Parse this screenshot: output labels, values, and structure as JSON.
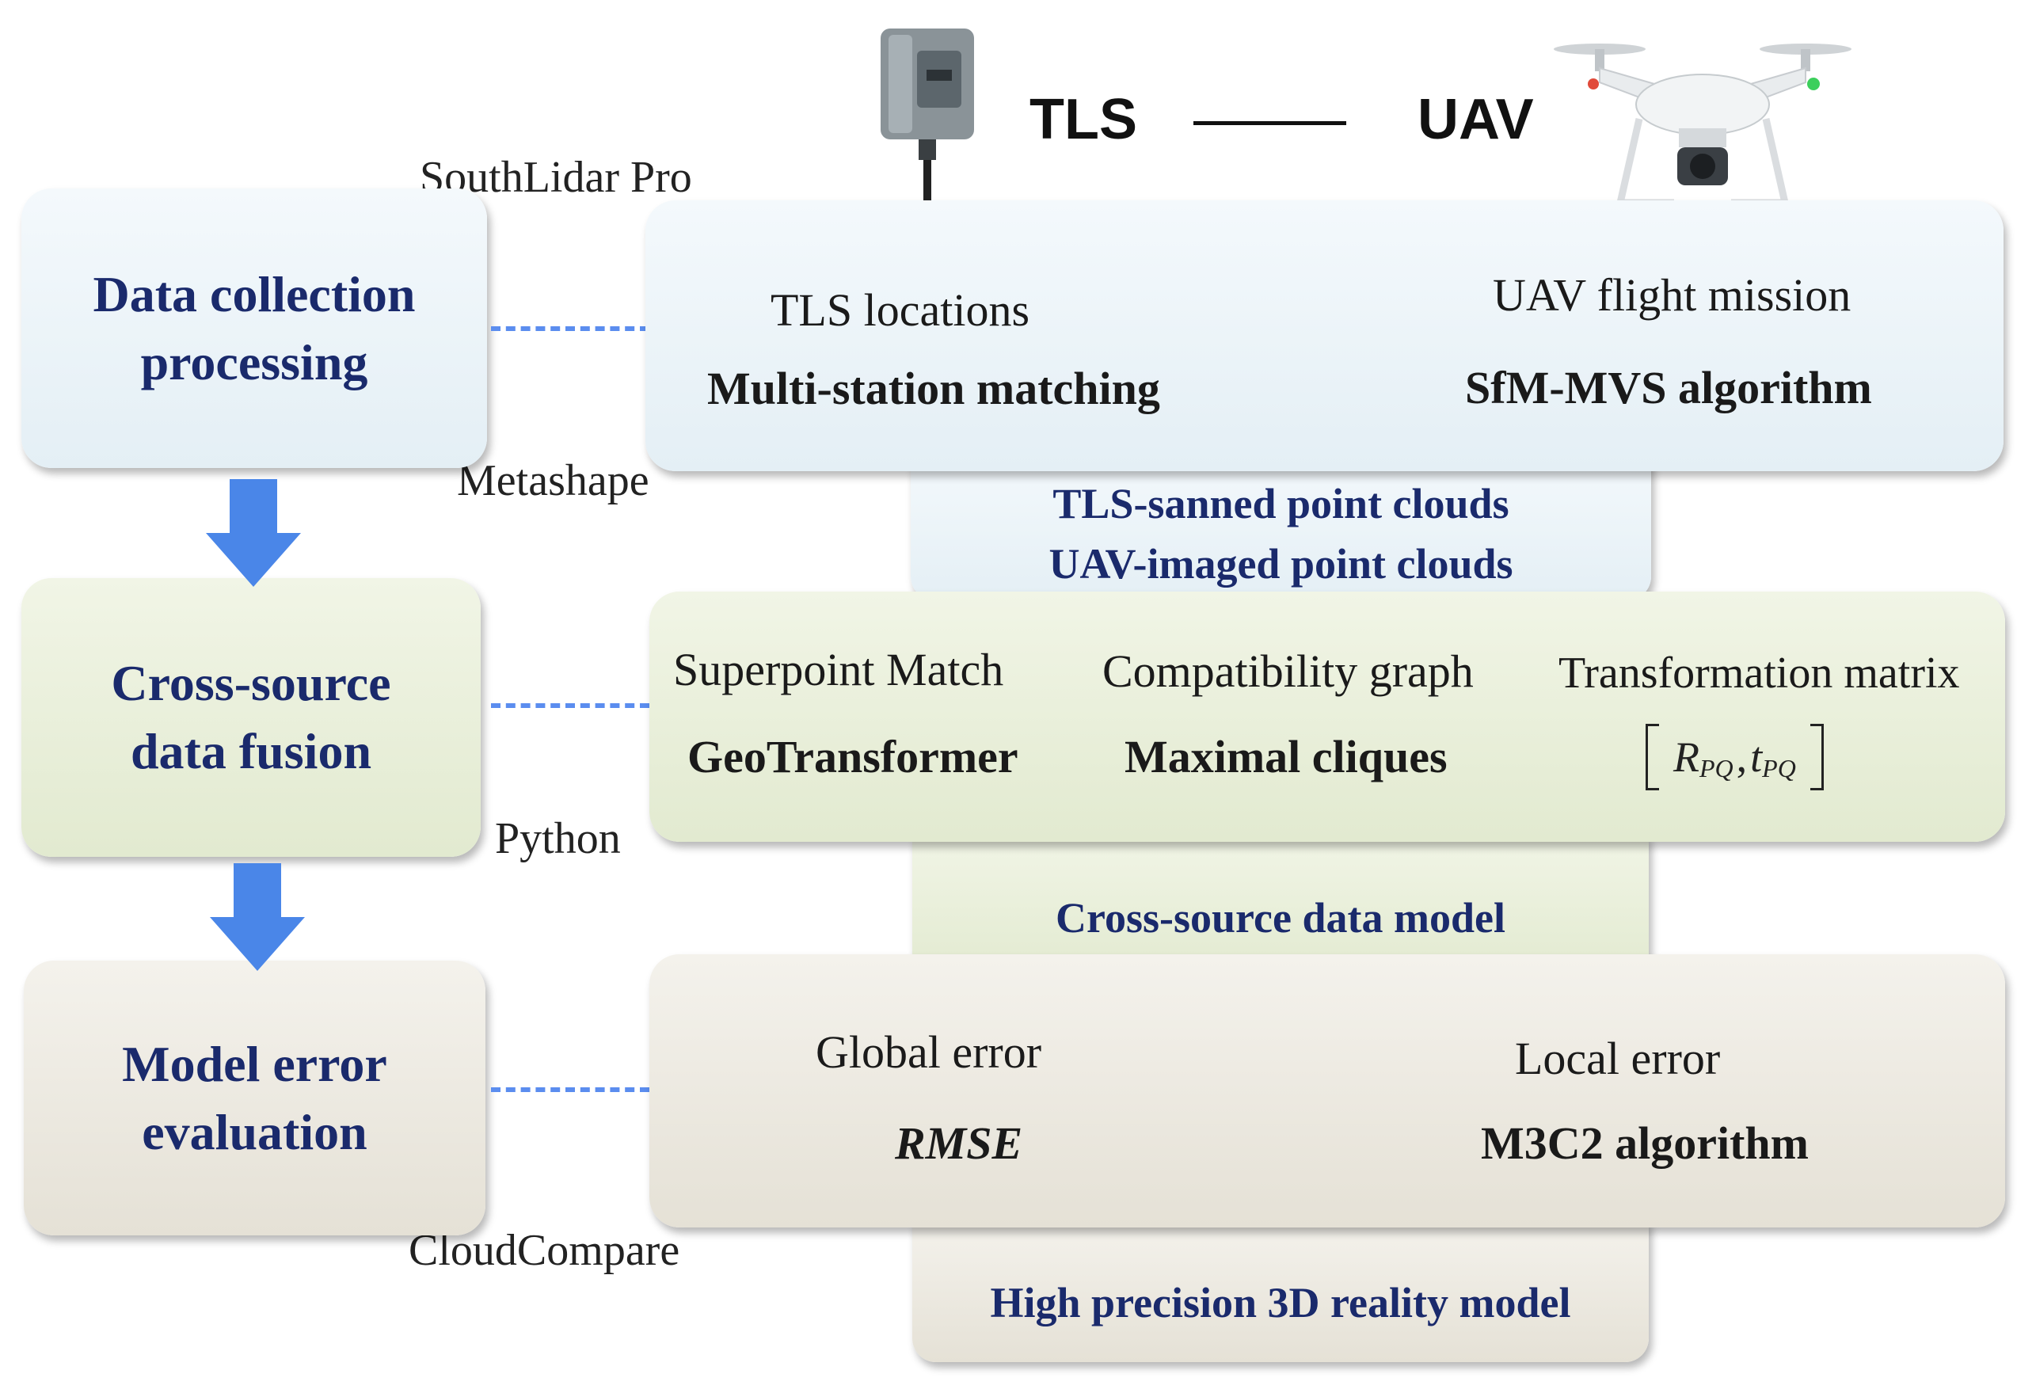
{
  "header": {
    "tls_label": "TLS",
    "uav_label": "UAV"
  },
  "software": {
    "southlidar": "SouthLidar Pro",
    "metashape": "Metashape",
    "python": "Python",
    "cloudcompare": "CloudCompare"
  },
  "stages": [
    {
      "line1": "Data collection",
      "line2": "processing"
    },
    {
      "line1": "Cross-source",
      "line2": "data fusion"
    },
    {
      "line1": "Model error",
      "line2": "evaluation"
    }
  ],
  "panel1": {
    "left_title": "TLS locations",
    "left_method": "Multi-station matching",
    "right_title": "UAV flight mission",
    "right_method": "SfM-MVS algorithm"
  },
  "result1": {
    "line1": "TLS-sanned point clouds",
    "line2": "UAV-imaged point clouds"
  },
  "panel2": {
    "c1_title": "Superpoint Match",
    "c1_method": "GeoTransformer",
    "c2_title": "Compatibility graph",
    "c2_method": "Maximal cliques",
    "c3_title": "Transformation matrix",
    "matrix_R": "R",
    "matrix_R_sub": "PQ",
    "matrix_sep": ",",
    "matrix_t": "t",
    "matrix_t_sub": "PQ"
  },
  "result2": {
    "line1": "Cross-source data model"
  },
  "panel3": {
    "left_title": "Global error",
    "left_method": "RMSE",
    "right_title": "Local error",
    "right_method": "M3C2 algorithm"
  },
  "result3": {
    "line1": "High precision 3D reality model"
  },
  "colors": {
    "stage_text": "#1a2a6c",
    "arrow": "#4a86e8",
    "dash": "#5b8def",
    "blue_panel": "#e4eff5",
    "green_panel": "#e2ead0",
    "grey_panel": "#e5e1d6"
  },
  "icons": {
    "scanner": "tls-scanner-icon",
    "drone": "uav-drone-icon"
  }
}
